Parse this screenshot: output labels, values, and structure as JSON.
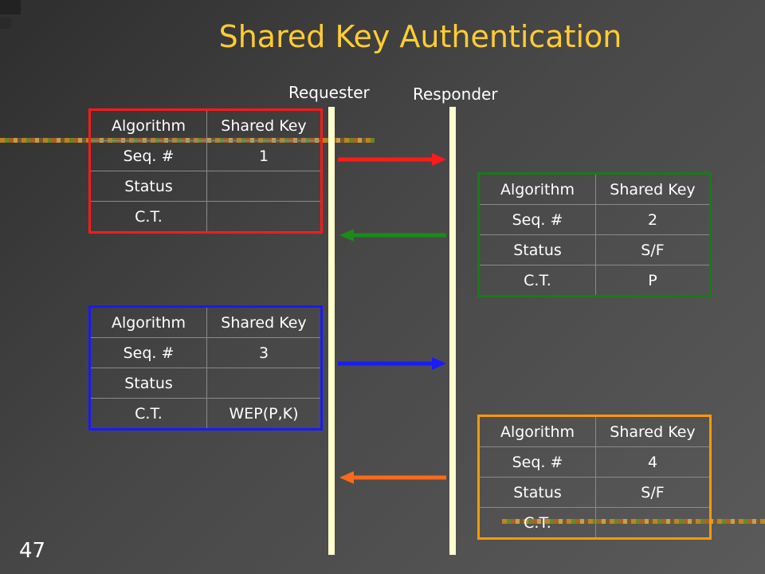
{
  "slide": {
    "title": "Shared Key Authentication",
    "page_number": "47"
  },
  "lanes": {
    "requester": "Requester",
    "responder": "Responder"
  },
  "frames": [
    {
      "id": "frame-1",
      "color": "#ff1a1a",
      "direction": "requester-to-responder",
      "rows": [
        [
          "Algorithm",
          "Shared Key"
        ],
        [
          "Seq. #",
          "1"
        ],
        [
          "Status",
          ""
        ],
        [
          "C.T.",
          ""
        ]
      ]
    },
    {
      "id": "frame-2",
      "color": "#1a7a1a",
      "direction": "responder-to-requester",
      "rows": [
        [
          "Algorithm",
          "Shared Key"
        ],
        [
          "Seq. #",
          "2"
        ],
        [
          "Status",
          "S/F"
        ],
        [
          "C.T.",
          "P"
        ]
      ]
    },
    {
      "id": "frame-3",
      "color": "#1a1aff",
      "direction": "requester-to-responder",
      "rows": [
        [
          "Algorithm",
          "Shared Key"
        ],
        [
          "Seq. #",
          "3"
        ],
        [
          "Status",
          ""
        ],
        [
          "C.T.",
          "WEP(P,K)"
        ]
      ]
    },
    {
      "id": "frame-4",
      "color": "#ff9900",
      "direction": "responder-to-requester",
      "rows": [
        [
          "Algorithm",
          "Shared Key"
        ],
        [
          "Seq. #",
          "4"
        ],
        [
          "Status",
          "S/F"
        ],
        [
          "C.T.",
          ""
        ]
      ]
    }
  ],
  "arrow_colors": {
    "message-1": "#ff1a1a",
    "message-2": "#1a8a1a",
    "message-3": "#1a1aff",
    "message-4": "#ff6a1a"
  }
}
